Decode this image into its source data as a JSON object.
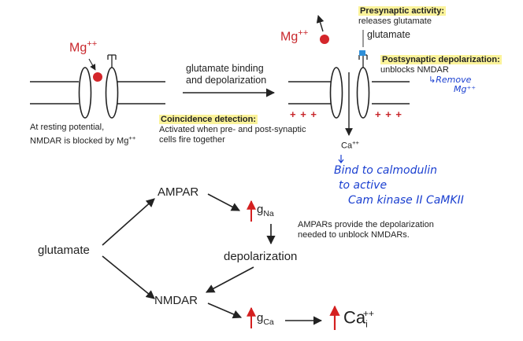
{
  "top_left": {
    "mg_label": "Mg",
    "mg_charge": "++",
    "resting_line1": "At resting potential,",
    "resting_line2": "NMDAR is blocked by Mg",
    "resting_charge": "++"
  },
  "middle_arrow": {
    "line1": "glutamate binding",
    "line2": "and depolarization"
  },
  "coincidence": {
    "title": "Coincidence detection:",
    "line1": "Activated when pre- and post-synaptic",
    "line2": "cells fire together"
  },
  "top_right": {
    "presyn_title": "Presynaptic activity:",
    "presyn_text": "releases glutamate",
    "glutamate_label": "glutamate",
    "mg_label": "Mg",
    "mg_charge": "++",
    "postsyn_title": "Postsynaptic depolarization:",
    "postsyn_text": "unblocks NMDAR",
    "plus_left": "+ + +",
    "plus_right": "+ + +",
    "ca_label": "Ca",
    "ca_charge": "++"
  },
  "handwritten": {
    "remove_line1": "↳Remove",
    "remove_line2": "Mg⁺⁺",
    "arrow": "↓",
    "bind_line1": "Bind to calmodulin",
    "bind_line2": "to active",
    "bind_line3": "Cam kinase II   CaMKII"
  },
  "flowchart": {
    "glutamate": "glutamate",
    "ampar": "AMPAR",
    "g_na_main": "g",
    "g_na_sub": "Na",
    "depolarization": "depolarization",
    "nmdar": "NMDAR",
    "g_ca_main": "g",
    "g_ca_sub": "Ca",
    "ca_main": "Ca",
    "ca_sub": "i",
    "ca_sup": "++",
    "ampar_note_line1": "AMPARs provide the depolarization",
    "ampar_note_line2": "needed to unblock NMDARs."
  },
  "colors": {
    "mg_ion": "#d4262b",
    "glutamate_square": "#2f8fd8",
    "highlight": "#fbf39a",
    "ink": "#1a3fd0",
    "up_arrow": "#d42020"
  }
}
